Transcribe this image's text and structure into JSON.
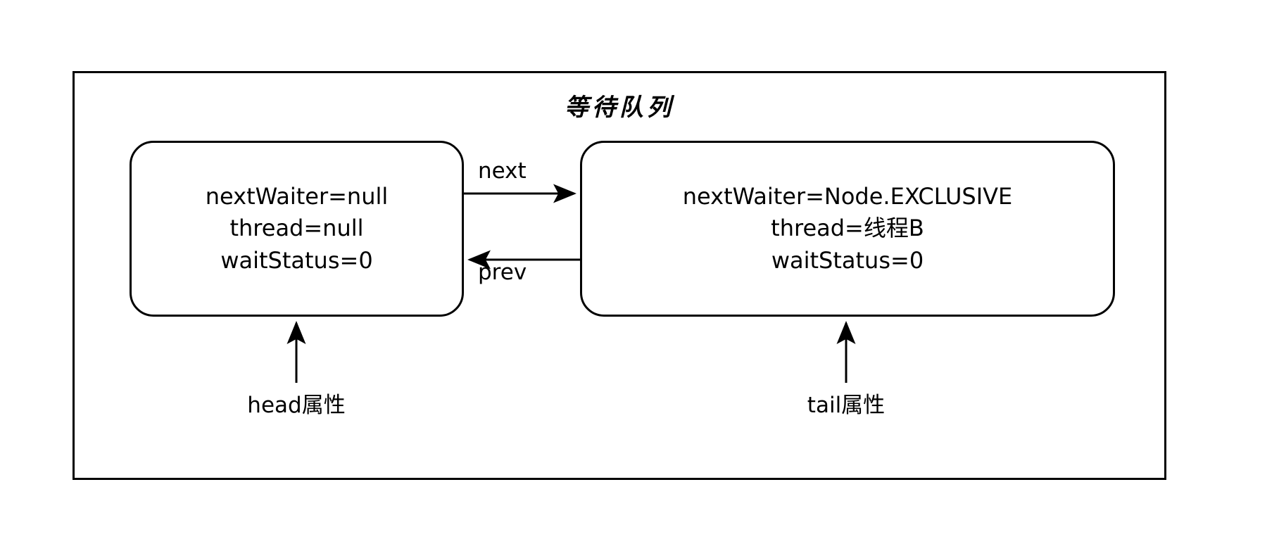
{
  "diagram": {
    "title": "等待队列",
    "nodes": [
      {
        "id": "head-node",
        "lines": [
          "nextWaiter=null",
          "thread=null",
          "waitStatus=0"
        ],
        "pointer_label": "head属性"
      },
      {
        "id": "tail-node",
        "lines": [
          "nextWaiter=Node.EXCLUSIVE",
          "thread=线程B",
          "waitStatus=0"
        ],
        "pointer_label": "tail属性"
      }
    ],
    "edges": [
      {
        "id": "next-edge",
        "label": "next",
        "direction": "head-to-tail"
      },
      {
        "id": "prev-edge",
        "label": "prev",
        "direction": "tail-to-head"
      }
    ],
    "colors": {
      "stroke": "#000000",
      "background": "#ffffff",
      "text": "#000000"
    }
  }
}
